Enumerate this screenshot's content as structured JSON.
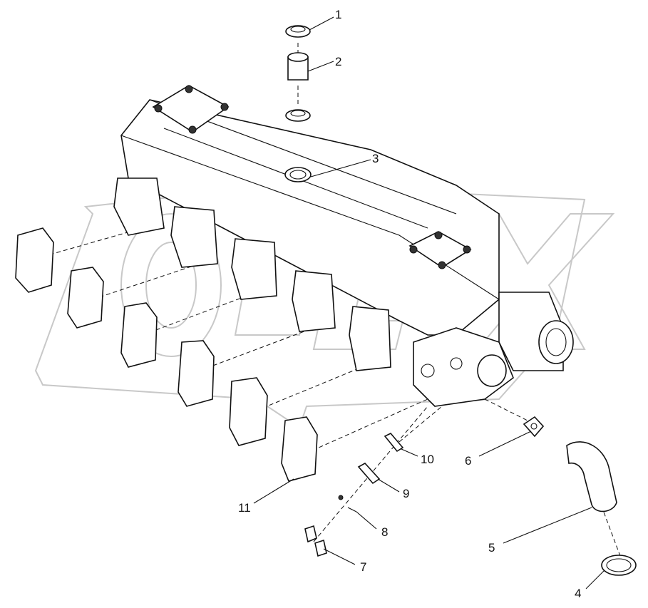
{
  "diagram": {
    "callouts": [
      {
        "id": "1",
        "text": "1"
      },
      {
        "id": "2",
        "text": "2"
      },
      {
        "id": "3",
        "text": "3"
      },
      {
        "id": "4",
        "text": "4"
      },
      {
        "id": "5",
        "text": "5"
      },
      {
        "id": "6",
        "text": "6"
      },
      {
        "id": "7",
        "text": "7"
      },
      {
        "id": "8",
        "text": "8"
      },
      {
        "id": "9",
        "text": "9"
      },
      {
        "id": "10",
        "text": "10"
      },
      {
        "id": "11",
        "text": "11"
      }
    ],
    "watermark": "OPEX",
    "colors": {
      "line": "#111111",
      "background": "#ffffff",
      "watermark": "#c8c8c8"
    }
  }
}
